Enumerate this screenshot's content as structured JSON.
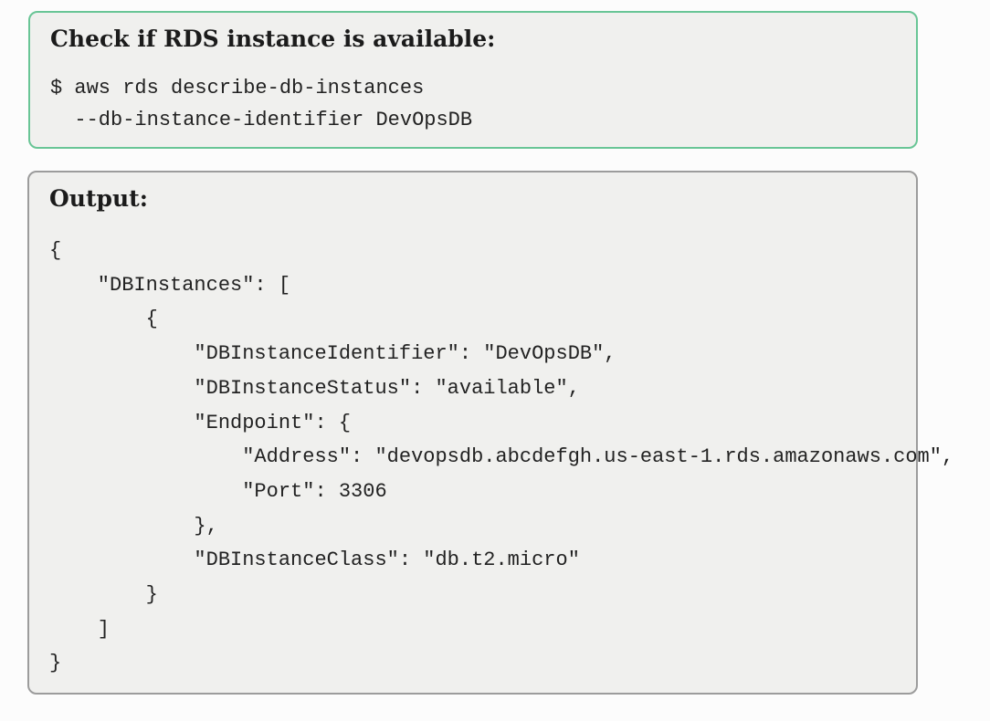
{
  "command_box": {
    "title": "Check if RDS instance is available:",
    "border_color": "#69c596",
    "lines": [
      "$ aws rds describe-db-instances",
      "  --db-instance-identifier DevOpsDB"
    ]
  },
  "output_box": {
    "title": "Output:",
    "border_color": "#9c9c9c",
    "lines": [
      "{",
      "    \"DBInstances\": [",
      "        {",
      "            \"DBInstanceIdentifier\": \"DevOpsDB\",",
      "            \"DBInstanceStatus\": \"available\",",
      "            \"Endpoint\": {",
      "                \"Address\": \"devopsdb.abcdefgh.us-east-1.rds.amazonaws.com\",",
      "                \"Port\": 3306",
      "            },",
      "            \"DBInstanceClass\": \"db.t2.micro\"",
      "        }",
      "    ]",
      "}"
    ]
  },
  "colors": {
    "page_background": "#fcfcfc",
    "box_background": "#f0f0ee",
    "command_border": "#69c596",
    "output_border": "#9c9c9c",
    "text": "#222222"
  }
}
